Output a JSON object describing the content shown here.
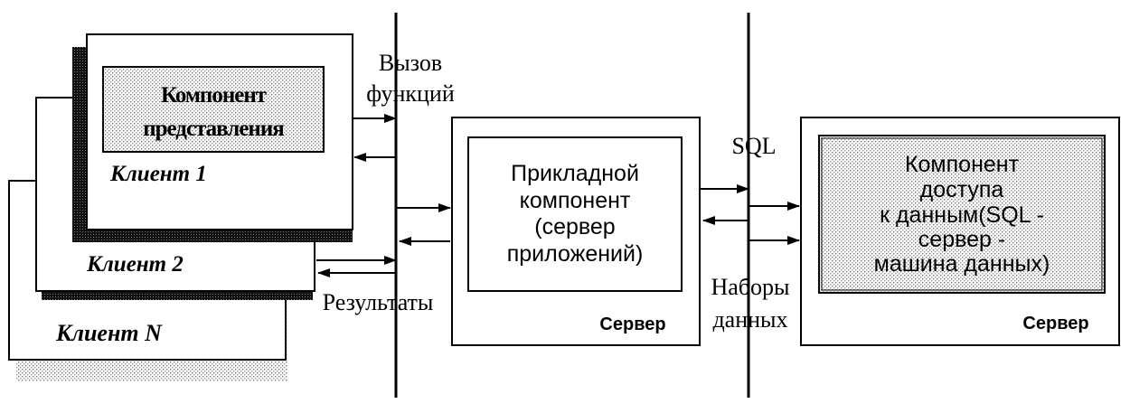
{
  "clients": {
    "client_1": "Клиент 1",
    "client_2": "Клиент 2",
    "client_n": "Клиент N"
  },
  "presentation_component": [
    "Компонент",
    "представления"
  ],
  "labels": {
    "function_call": [
      "Вызов",
      "функций"
    ],
    "results": "Результаты",
    "sql": "SQL",
    "datasets": [
      "Наборы",
      "данных"
    ]
  },
  "app_server": {
    "lines": [
      "Прикладной",
      "компонент",
      "(сервер",
      "приложений)"
    ],
    "caption": "Сервер"
  },
  "db_server": {
    "lines": [
      "Компонент",
      "доступа",
      "к данным(SQL -",
      "сервер  -",
      "машина  данных)"
    ],
    "caption": "Сервер"
  },
  "colors": {
    "line": "#000000",
    "shadow": "#1a1a1a",
    "stipple": "#d8d8d8",
    "background": "#ffffff"
  }
}
